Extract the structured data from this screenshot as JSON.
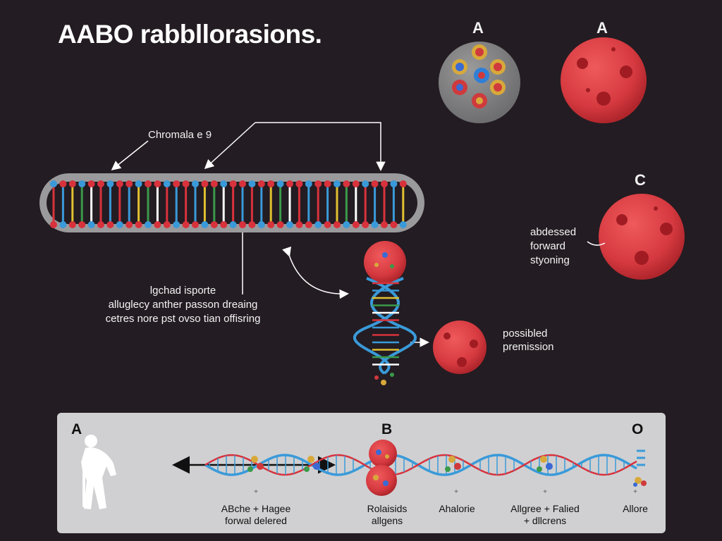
{
  "title": "AABO rabbllorasions.",
  "top_letters": [
    "A",
    "A"
  ],
  "letter_c": "C",
  "chromosome_label": "Chromala e 9",
  "middle_caption": [
    "lgchad isporte",
    "alluglecy anther passon dreaing",
    "cetres nore pst ovso tian offisring"
  ],
  "right_caption": [
    "abdessed",
    "forward",
    "styoning"
  ],
  "possible_caption": [
    "possibled",
    "premission"
  ],
  "panel": {
    "letters": [
      "A",
      "B",
      "O"
    ],
    "labels": [
      [
        "ABche + Hagee",
        "forwal delered"
      ],
      [
        "Rolaisids",
        "allgens"
      ],
      [
        "Ahalorie"
      ],
      [
        "Allgree + Falied",
        "+ dllcrens"
      ],
      [
        "Allore"
      ]
    ]
  },
  "colors": {
    "background": "#231c22",
    "panel": "#d0d0d2",
    "red_cell": "#d94045",
    "dna_blue": "#3a9ad9",
    "dna_red": "#d8323c"
  },
  "icons": [
    "arrow-icon",
    "person-silhouette-icon",
    "double-arrow-icon",
    "cell-icon",
    "dna-helix-icon"
  ]
}
